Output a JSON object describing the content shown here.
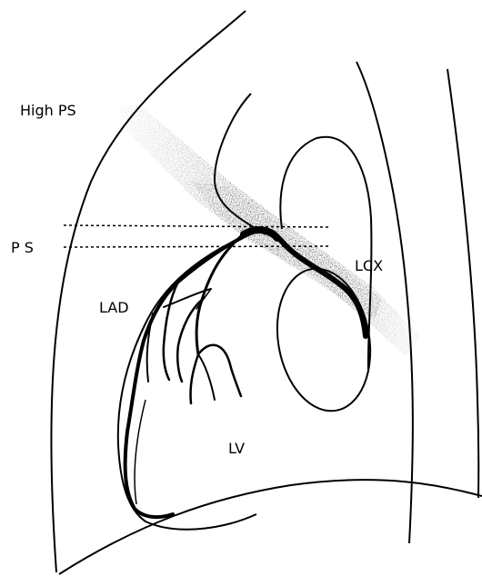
{
  "labels": {
    "high_ps": "High PS",
    "ps": "P S",
    "lad": "LAD",
    "lcx": "LCX",
    "lv": "LV"
  },
  "colors": {
    "ink": "#000000",
    "paper": "#ffffff",
    "stipple": "#555555"
  },
  "icons": [
    "heart-outline",
    "coronary-artery",
    "x-ray-beam"
  ]
}
